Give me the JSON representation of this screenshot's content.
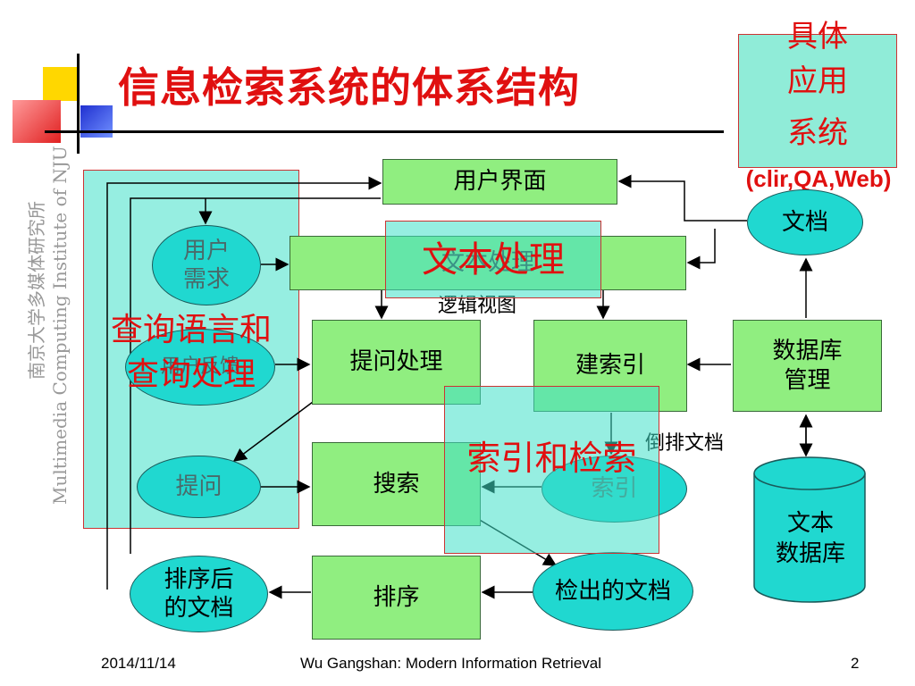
{
  "slide": {
    "title": "信息检索系统的体系结构",
    "vertical_text_cn": "南京大学多媒体研究所",
    "vertical_text_en": "Multimedia Computing Institute of NJU"
  },
  "callout": {
    "line1": "具体",
    "line2": "应用",
    "line3": "系统",
    "line4": "(clir,QA,Web)"
  },
  "nodes": {
    "user_interface": "用户界面",
    "text_processing_box": "文本处理",
    "logical_view": "逻辑视图",
    "query_processing": "提问处理",
    "indexing": "建索引",
    "db_management_line1": "数据库",
    "db_management_line2": "管理",
    "search": "搜索",
    "ranking": "排序",
    "documents": "文档",
    "user_need_line1": "用户",
    "user_need_line2": "需求",
    "user_feedback": "用户反馈",
    "query": "提问",
    "index": "索引",
    "inverted_file": "倒排文档",
    "text_database_line1": "文本",
    "text_database_line2": "数据库",
    "ranked_docs_line1": "排序后",
    "ranked_docs_line2": "的文档",
    "retrieved_docs": "检出的文档"
  },
  "overlays": {
    "text_processing": "文本处理",
    "query_language_line1": "查询语言和",
    "query_language_line2": "查询处理",
    "index_and_search": "索引和检索"
  },
  "footer": {
    "date": "2014/11/14",
    "course": "Wu Gangshan: Modern Information Retrieval",
    "page": "2"
  },
  "colors": {
    "title_red": "#e01010",
    "box_green": "#90ee80",
    "ellipse_cyan": "#20d8d0",
    "overlay_teal": "#40e0c8",
    "deco_yellow": "#ffd700",
    "deco_blue": "#2030d0",
    "deco_red": "#e02020"
  }
}
